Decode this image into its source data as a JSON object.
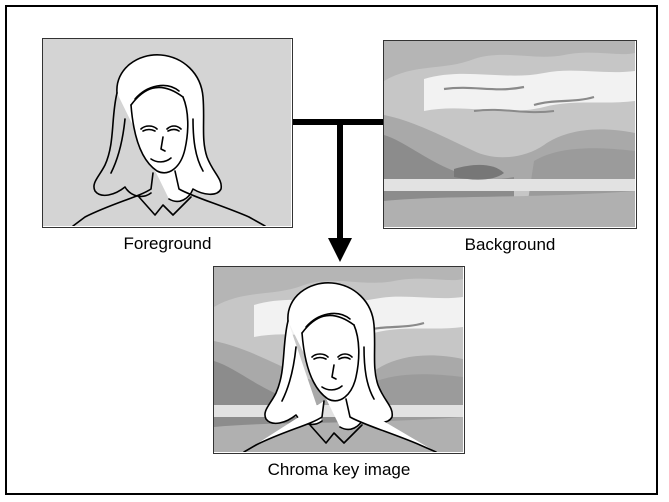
{
  "figure": {
    "foreground_caption": "Foreground",
    "background_caption": "Background",
    "result_caption": "Chroma key image"
  },
  "colors": {
    "panel_fill": "#d4d4d4",
    "mountain_dark": "#8c8c8c",
    "mountain_mid": "#a9a9a9",
    "sky": "#c6c6c6",
    "cloud": "#f2f2f2",
    "line": "#000000"
  },
  "icons": {
    "foreground": "woman-portrait-icon",
    "background": "mountain-landscape-icon",
    "result": "composited-portrait-icon",
    "connector": "down-arrow-icon"
  }
}
